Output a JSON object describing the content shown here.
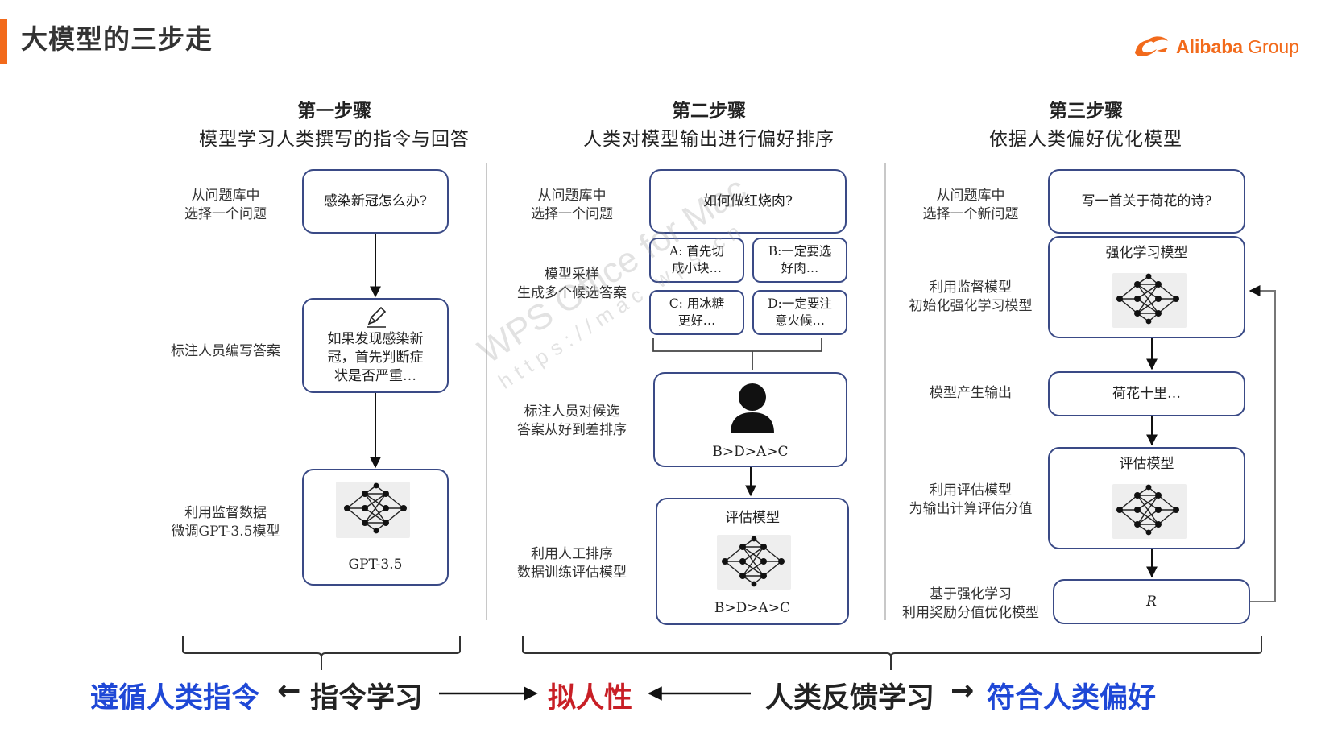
{
  "header": {
    "title": "大模型的三步走",
    "logo": {
      "brand": "Alibaba",
      "group": "Group",
      "accent": "#f26a1b"
    }
  },
  "steps": [
    {
      "title": "第一步骤",
      "subtitle": "模型学习人类撰写的指令与回答",
      "labels": [
        "从问题库中\n选择一个问题",
        "标注人员编写答案",
        "利用监督数据\n微调GPT-3.5模型"
      ],
      "question": "感染新冠怎么办?",
      "answer": "如果发现感染新\n冠，首先判断症\n状是否严重…",
      "model_name": "GPT-3.5"
    },
    {
      "title": "第二步骤",
      "subtitle": "人类对模型输出进行偏好排序",
      "labels": [
        "从问题库中\n选择一个问题",
        "模型采样\n生成多个候选答案",
        "标注人员对候选\n答案从好到差排序",
        "利用人工排序\n数据训练评估模型"
      ],
      "question": "如何做红烧肉?",
      "candidates": [
        "A: 首先切\n成小块…",
        "B:一定要选\n好肉…",
        "C: 用冰糖\n更好…",
        "D:一定要注\n意火候…"
      ],
      "ranking": "B>D>A>C",
      "reward_model_title": "评估模型",
      "reward_model_ranking": "B>D>A>C"
    },
    {
      "title": "第三步骤",
      "subtitle": "依据人类偏好优化模型",
      "labels": [
        "从问题库中\n选择一个新问题",
        "利用监督模型\n初始化强化学习模型",
        "模型产生输出",
        "利用评估模型\n为输出计算评估分值",
        "基于强化学习\n利用奖励分值优化模型"
      ],
      "question": "写一首关于荷花的诗?",
      "rl_model_title": "强化学习模型",
      "output": "荷花十里…",
      "reward_model_title": "评估模型",
      "reward": "R"
    }
  ],
  "bottom": {
    "follow": "遵循人类指令",
    "arrow_left_1": "←",
    "instruction_learning": "指令学习",
    "anthropomorphic": "拟人性",
    "human_feedback": "人类反馈学习",
    "arrow_right_2": "→",
    "align": "符合人类偏好"
  },
  "watermark": {
    "line1": "WPS Office for Mac",
    "line2": "https://mac.wps.cn"
  },
  "colors": {
    "box_border": "#3a4a86",
    "blue": "#1f48d6",
    "red": "#c81f26",
    "orange": "#f26a1b"
  }
}
